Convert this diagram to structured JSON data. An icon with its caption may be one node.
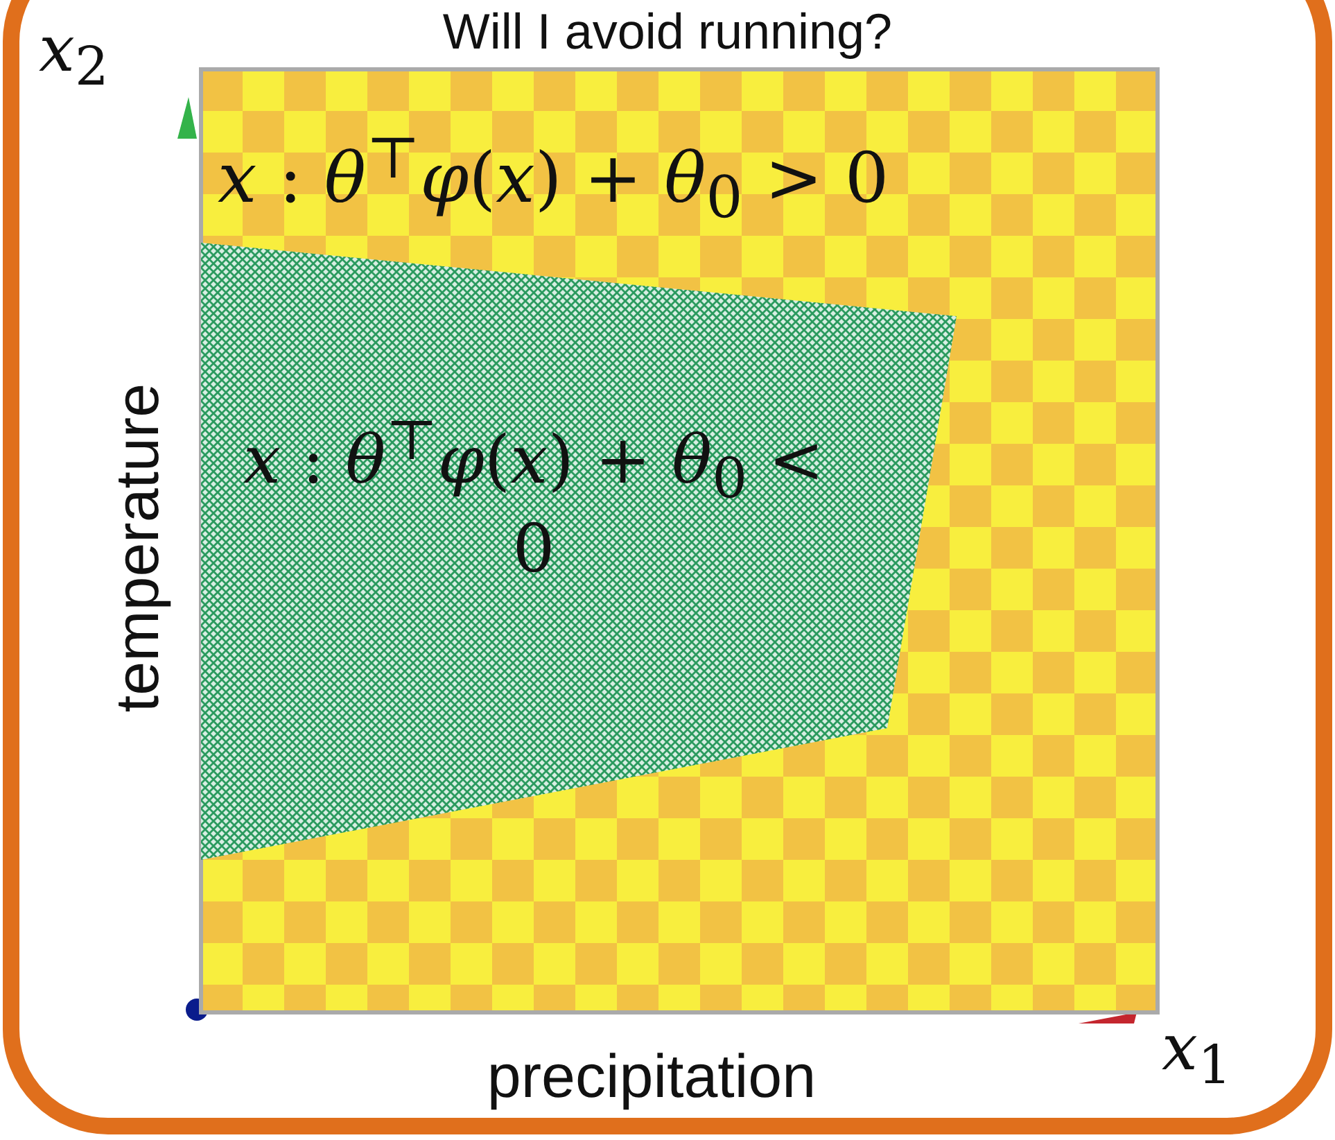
{
  "diagram": {
    "title": "Will I avoid running?",
    "nodes": [
      {
        "text": [
          "*x* : *θ*$^{⊤}$*φ*(*x*) + *θ*$_{0}$ > 0"
        ]
      },
      {
        "text": [
          "*x* : *θ*$^{⊤}$*φ*(*x*) + *θ*$_{0}$ < 0"
        ],
        "in": 0
      }
    ],
    "labels": [
      "*x*$_{2}$",
      "temperature",
      "precipitation",
      "*x*$_{1}$"
    ]
  }
}
